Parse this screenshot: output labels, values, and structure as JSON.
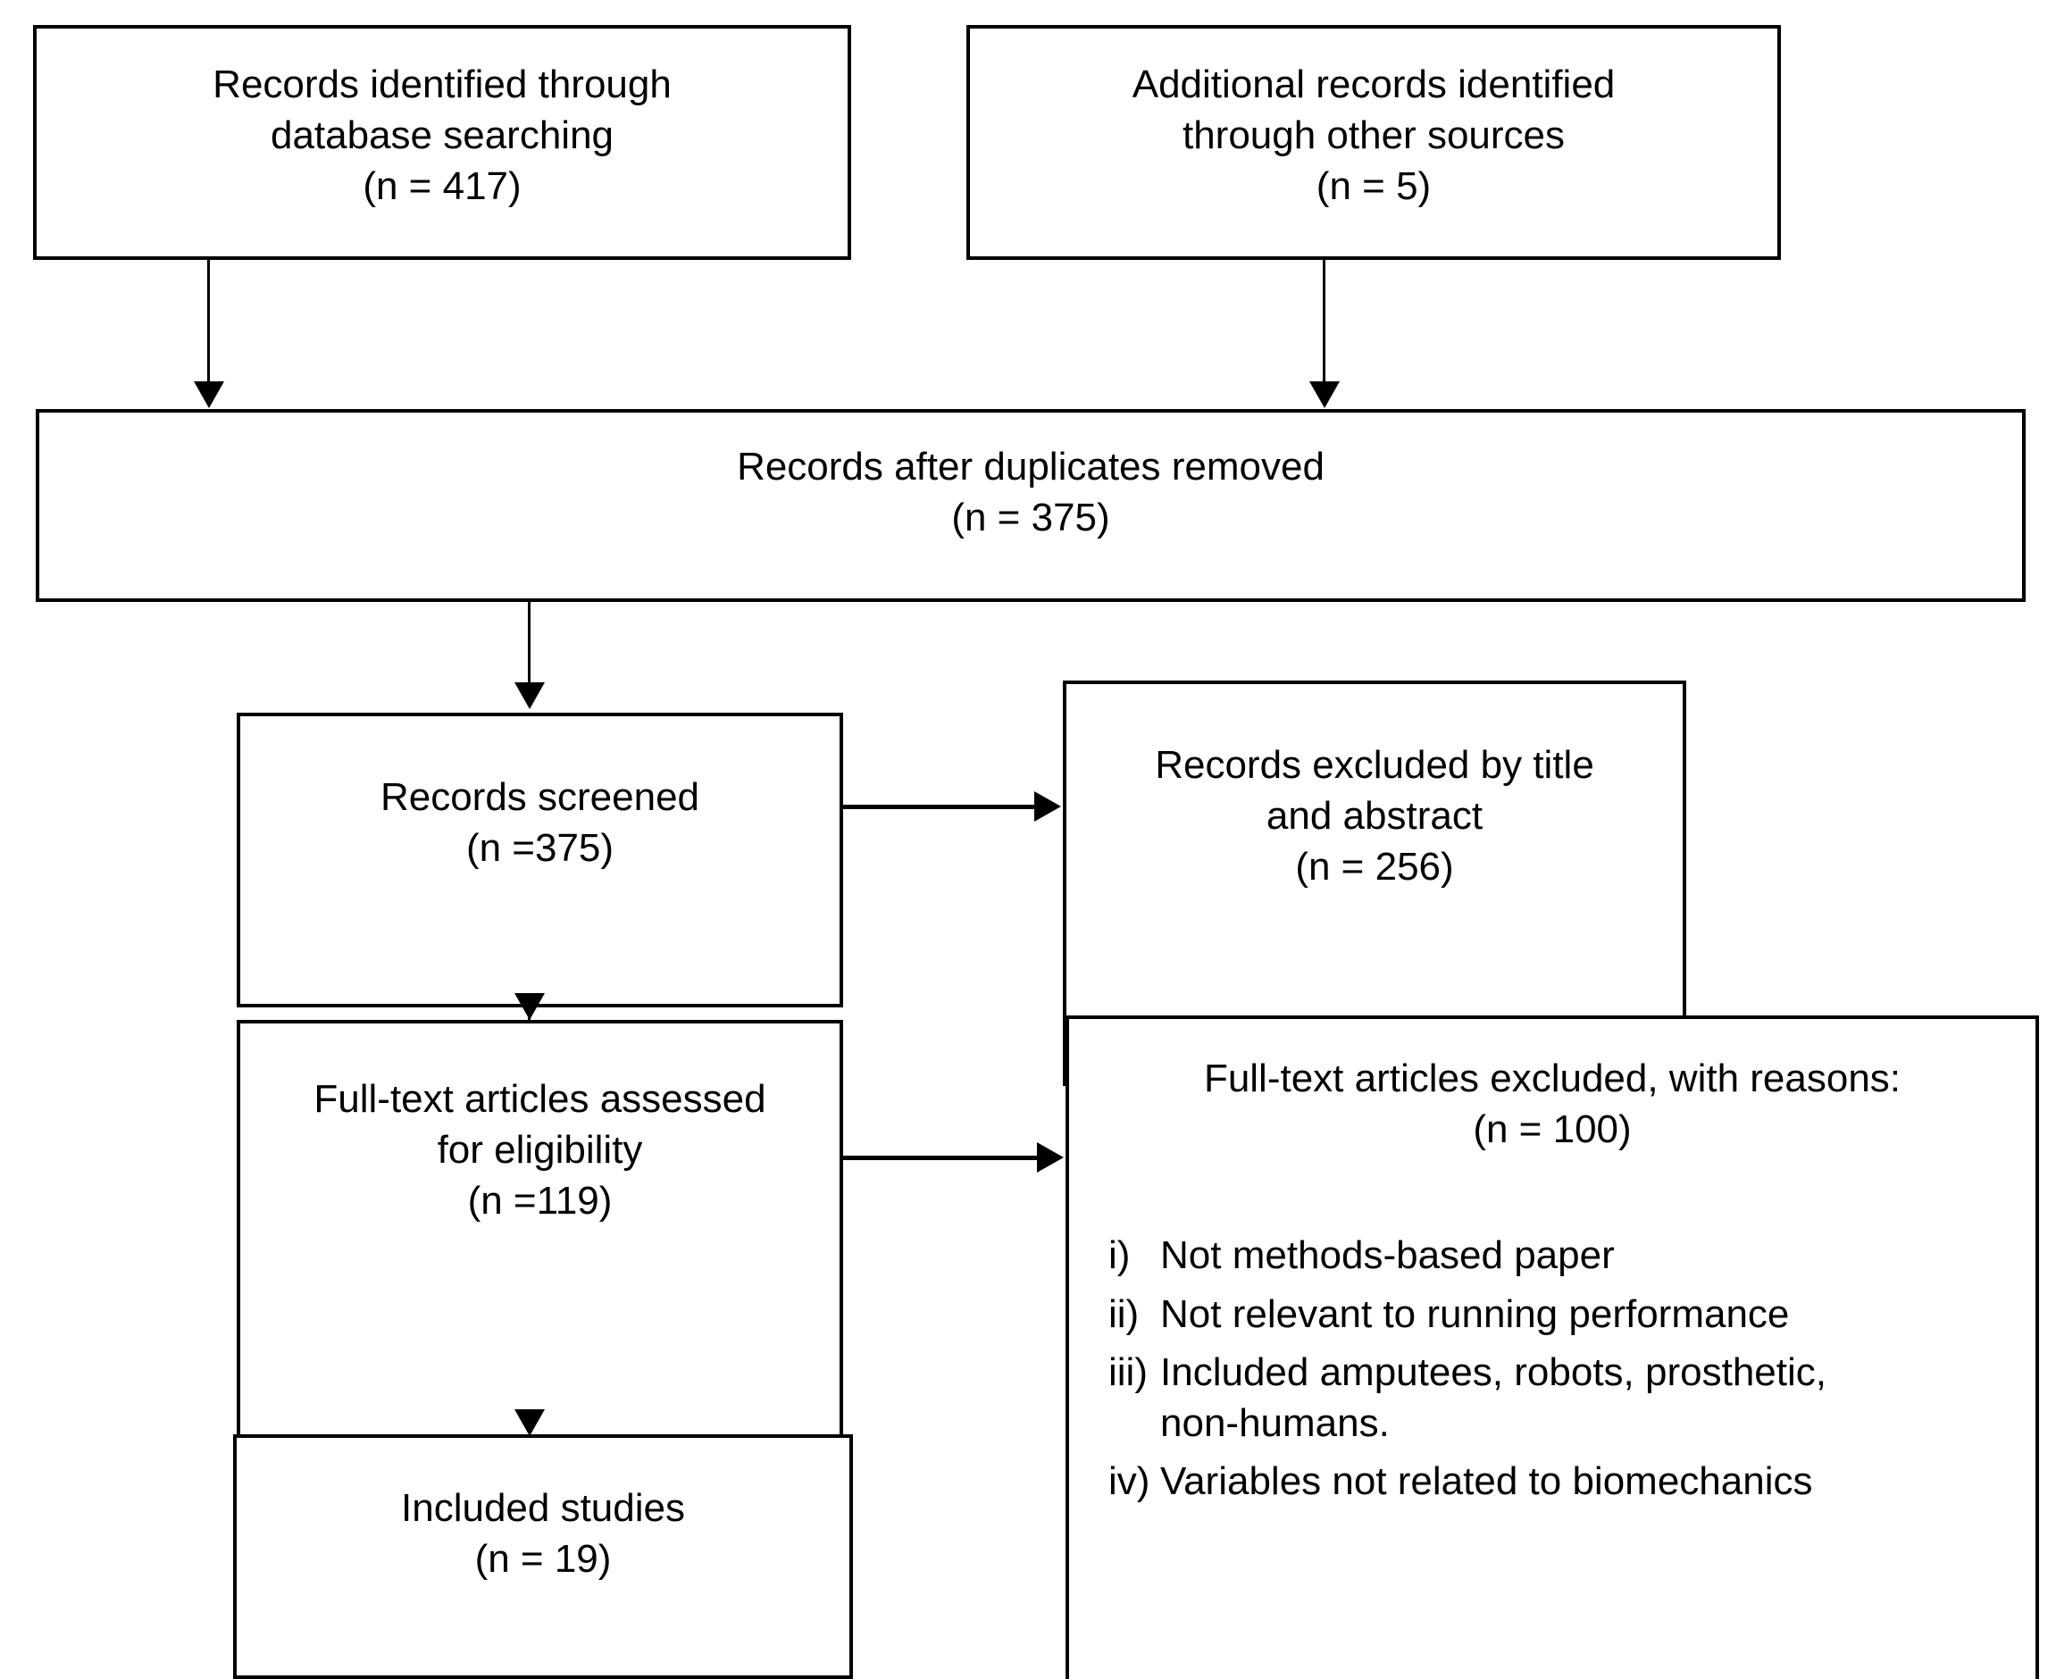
{
  "diagram": {
    "type": "prisma-flow-diagram",
    "title": "PRISMA study selection flow diagram",
    "colors": {
      "background": "#ffffff",
      "box_border": "#000000",
      "text": "#000000",
      "connector": "#000000"
    },
    "nodes": {
      "db_search": {
        "id": "records-identified-database",
        "lines": [
          "Records identified through",
          "database searching",
          "(n = 417)"
        ],
        "n": 417
      },
      "other_sources": {
        "id": "records-identified-other",
        "lines": [
          "Additional records identified",
          "through other sources",
          "(n = 5)"
        ],
        "n": 5
      },
      "duplicates_removed": {
        "id": "records-after-duplicates",
        "lines": [
          "Records after duplicates removed",
          "(n = 375)"
        ],
        "n": 375
      },
      "screened": {
        "id": "records-screened",
        "lines": [
          "Records screened",
          "(n =375)"
        ],
        "n": 375
      },
      "excluded_title_abstract": {
        "id": "records-excluded-title-abstract",
        "lines": [
          "Records excluded by title",
          "and abstract",
          "(n = 256)"
        ],
        "n": 256
      },
      "fulltext_assessed": {
        "id": "fulltext-assessed-eligibility",
        "lines": [
          "Full-text articles assessed",
          "for eligibility",
          "(n =119)"
        ],
        "n": 119
      },
      "fulltext_excluded": {
        "id": "fulltext-excluded-reasons",
        "heading": [
          "Full-text articles excluded, with reasons:",
          "(n = 100)"
        ],
        "n": 100,
        "reasons": [
          {
            "marker": "i)",
            "text": "Not methods-based paper"
          },
          {
            "marker": "ii)",
            "text": "Not relevant to running performance"
          },
          {
            "marker": "iii)",
            "text": "Included amputees, robots, prosthetic,\nnon-humans."
          },
          {
            "marker": "iv)",
            "text": "Variables not related to biomechanics"
          }
        ]
      },
      "included_studies": {
        "id": "included-studies",
        "lines": [
          "Included studies",
          "(n = 19)"
        ],
        "n": 19
      }
    },
    "edges": [
      {
        "from": "db_search",
        "to": "duplicates_removed",
        "direction": "down"
      },
      {
        "from": "other_sources",
        "to": "duplicates_removed",
        "direction": "down"
      },
      {
        "from": "duplicates_removed",
        "to": "screened",
        "direction": "down"
      },
      {
        "from": "screened",
        "to": "excluded_title_abstract",
        "direction": "right"
      },
      {
        "from": "screened",
        "to": "fulltext_assessed",
        "direction": "down"
      },
      {
        "from": "fulltext_assessed",
        "to": "fulltext_excluded",
        "direction": "right"
      },
      {
        "from": "fulltext_assessed",
        "to": "included_studies",
        "direction": "down"
      }
    ]
  }
}
